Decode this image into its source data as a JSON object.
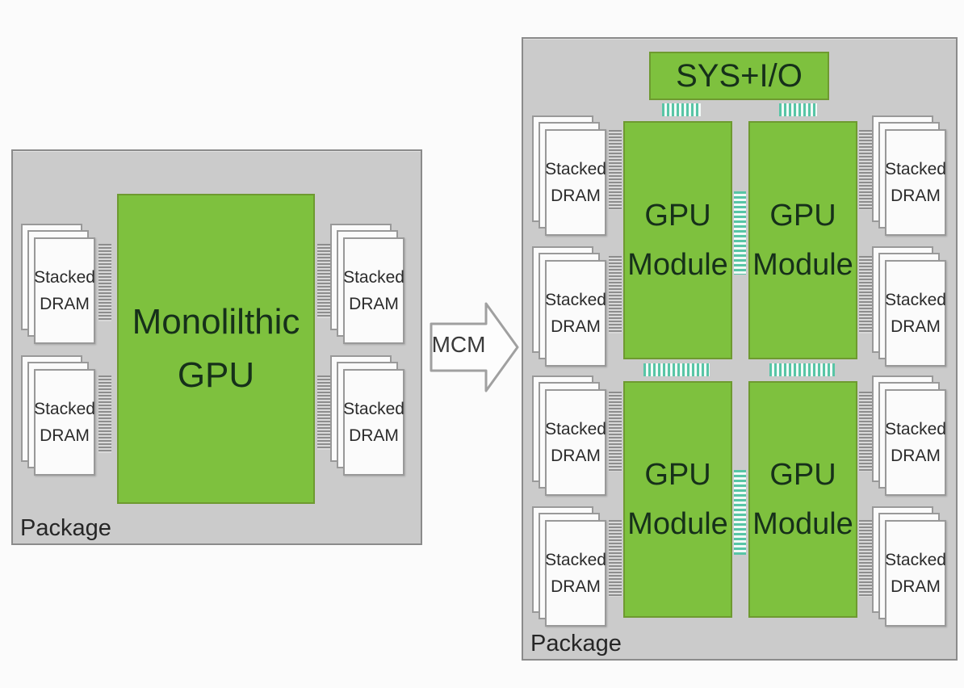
{
  "labels": {
    "package": "Package",
    "stacked": "Stacked",
    "dram": "DRAM",
    "monolithic_line1": "Monolilthic",
    "monolithic_line2": "GPU",
    "gpu_module_line1": "GPU",
    "gpu_module_line2": "Module",
    "sys_io": "SYS+I/O",
    "mcm": "MCM"
  },
  "colors": {
    "chip_green": "#7ec13e",
    "chip_green_border": "#6e9a30",
    "package_gray": "#cbcbcb",
    "package_border": "#8b8b8b",
    "teal_link": "#58c5a6",
    "gray_link": "#8d8d8d",
    "sheet_white": "#fbfbfb"
  },
  "diagram": {
    "left_package": {
      "name": "Package",
      "chip_text": "Monolilthic GPU",
      "dram_stack_count": 4
    },
    "transition_arrow": "MCM",
    "right_package": {
      "name": "Package",
      "sys_block": "SYS+I/O",
      "gpu_module_count": 4,
      "dram_stack_count": 8
    }
  }
}
